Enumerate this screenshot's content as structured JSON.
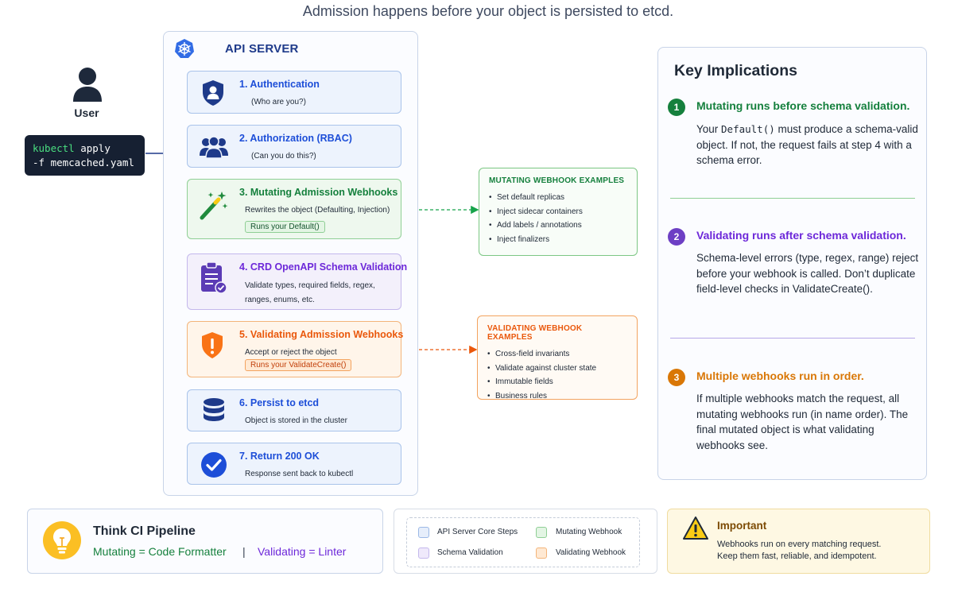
{
  "title": "Admission happens before your object is persisted to etcd.",
  "user": {
    "label": "User",
    "command_line1_keyword": "kubectl",
    "command_line1_rest": " apply",
    "command_line2": "-f memcached.yaml"
  },
  "api_server": {
    "title": "API SERVER",
    "steps": [
      {
        "title": "1. Authentication",
        "desc": "(Who are you?)",
        "icon": "shield-person-icon"
      },
      {
        "title": "2. Authorization (RBAC)",
        "desc": "(Can you do this?)",
        "icon": "users-icon"
      },
      {
        "title": "3. Mutating Admission Webhooks",
        "desc": "Rewrites the object (Defaulting, Injection)",
        "tag": "Runs your Default()",
        "icon": "magic-wand-icon"
      },
      {
        "title": "4. CRD OpenAPI Schema Validation",
        "desc": "Validate types, required fields, regex, ranges, enums, etc.",
        "icon": "clipboard-check-icon"
      },
      {
        "title": "5. Validating Admission Webhooks",
        "desc": "Accept or reject the object",
        "tag": "Runs your ValidateCreate()",
        "icon": "shield-alert-icon"
      },
      {
        "title": "6. Persist to etcd",
        "desc": "Object is stored in the cluster",
        "icon": "database-icon"
      },
      {
        "title": "7. Return 200 OK",
        "desc": "Response sent back to kubectl",
        "icon": "check-circle-icon"
      }
    ]
  },
  "mutating_examples": {
    "title": "MUTATING WEBHOOK EXAMPLES",
    "items": [
      "Set default replicas",
      "Inject sidecar containers",
      "Add labels / annotations",
      "Inject finalizers"
    ]
  },
  "validating_examples": {
    "title": "VALIDATING WEBHOOK EXAMPLES",
    "items": [
      "Cross-field invariants",
      "Validate against cluster state",
      "Immutable fields",
      "Business rules"
    ]
  },
  "implications": {
    "title": "Key Implications",
    "items": [
      {
        "num": "1",
        "head": "Mutating runs before schema validation.",
        "body_pre": "Your ",
        "body_code": "Default()",
        "body_post": " must produce a schema-valid object. If not, the request fails at step 4 with a schema error."
      },
      {
        "num": "2",
        "head": "Validating runs after schema validation.",
        "body": "Schema-level errors (type, regex, range) reject before your webhook is called. Don’t duplicate field-level checks in ValidateCreate()."
      },
      {
        "num": "3",
        "head": "Multiple webhooks run in order.",
        "body": "If multiple webhooks match the request, all mutating webhooks run (in name order). The final mutated object is what validating webhooks see."
      }
    ]
  },
  "ci": {
    "title": "Think CI Pipeline",
    "mutating": "Mutating = Code Formatter",
    "sep": "|",
    "validating": "Validating = Linter"
  },
  "legend": {
    "items": [
      "API Server Core Steps",
      "Mutating Webhook",
      "Schema Validation",
      "Validating Webhook"
    ]
  },
  "important": {
    "title": "Important",
    "line1": "Webhooks run on every matching request.",
    "line2": "Keep them fast, reliable, and idempotent."
  },
  "colors": {
    "blue": "#1d4ed8",
    "green": "#15803d",
    "purple": "#6d28d9",
    "orange": "#ea580c"
  }
}
